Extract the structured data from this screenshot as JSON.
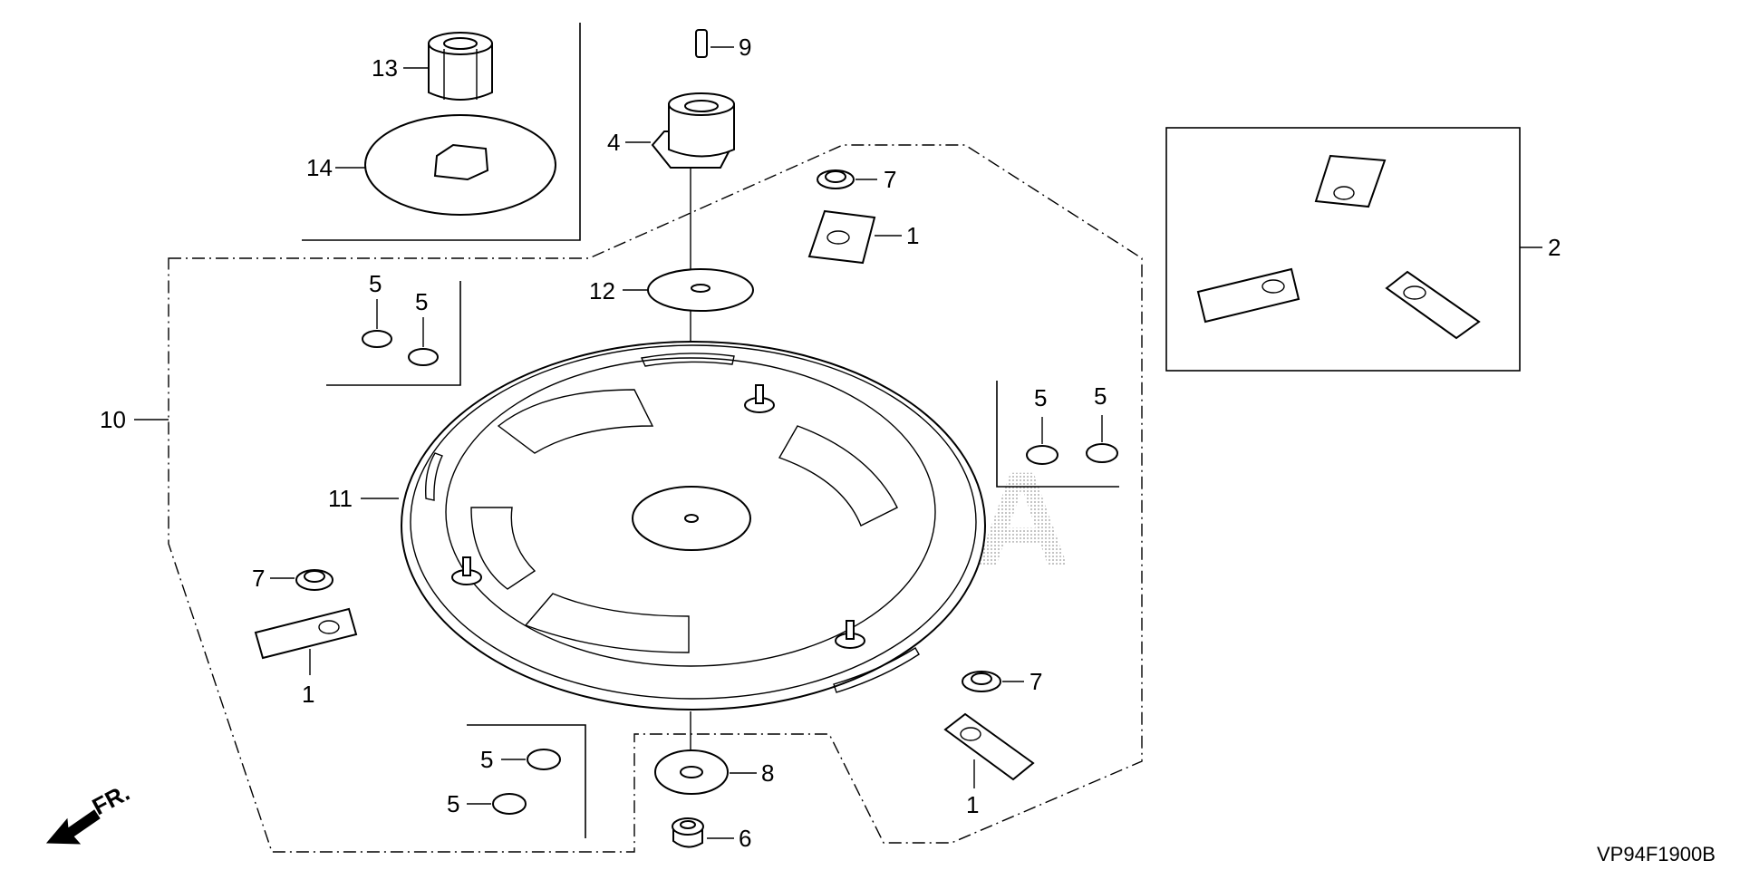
{
  "drawing_code": "VP94F1900B",
  "watermark": "HONDA",
  "direction_label": "FR.",
  "callouts": {
    "c13": "13",
    "c14": "14",
    "c9": "9",
    "c4": "4",
    "c7a": "7",
    "c1a": "1",
    "c12": "12",
    "c2": "2",
    "c10": "10",
    "c11": "11",
    "c5a": "5",
    "c5b": "5",
    "c5c": "5",
    "c5d": "5",
    "c5e": "5",
    "c5f": "5",
    "c7b": "7",
    "c1b": "1",
    "c7c": "7",
    "c1c": "1",
    "c8": "8",
    "c6": "6"
  }
}
